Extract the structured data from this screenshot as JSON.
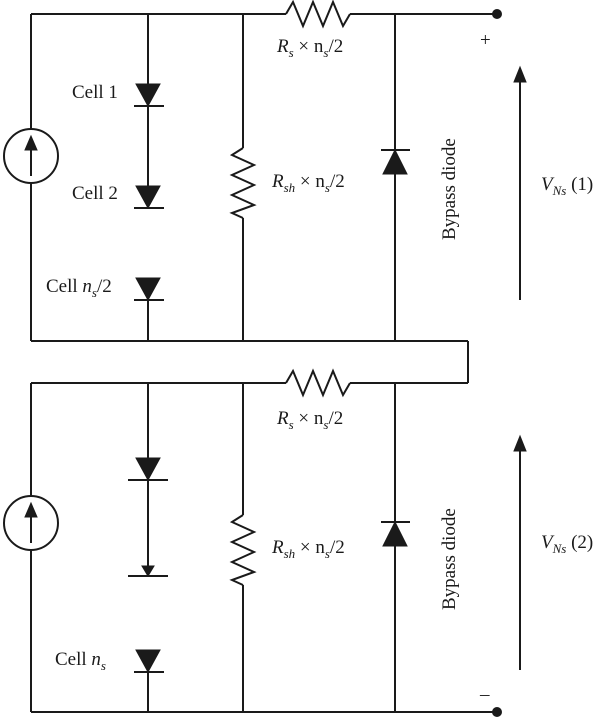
{
  "upper_module": {
    "cell_labels": [
      "Cell 1",
      "Cell 2",
      "Cell "
    ],
    "cell_last_subscript": "n",
    "cell_last_sub2": "s",
    "cell_last_suffix": "/2",
    "rs_label": {
      "symbol": "R",
      "sub": "s",
      "mid": " × n",
      "sub2": "s",
      "tail": "/2"
    },
    "rsh_label": {
      "symbol": "R",
      "sub": "sh",
      "mid": " × n",
      "sub2": "s",
      "tail": "/2"
    },
    "bypass_label": "Bypass diode",
    "voltage_label": {
      "symbol": "V",
      "sub": "Ns",
      "tail": " (1)"
    },
    "plus_sign": "+"
  },
  "lower_module": {
    "cell_last_label": "Cell ",
    "cell_last_subscript": "n",
    "cell_last_sub2": "s",
    "rs_label": {
      "symbol": "R",
      "sub": "s",
      "mid": " × n",
      "sub2": "s",
      "tail": "/2"
    },
    "rsh_label": {
      "symbol": "R",
      "sub": "sh",
      "mid": " × n",
      "sub2": "s",
      "tail": "/2"
    },
    "bypass_label": "Bypass diode",
    "voltage_label": {
      "symbol": "V",
      "sub": "Ns",
      "tail": " (2)"
    },
    "minus_sign": "–"
  }
}
